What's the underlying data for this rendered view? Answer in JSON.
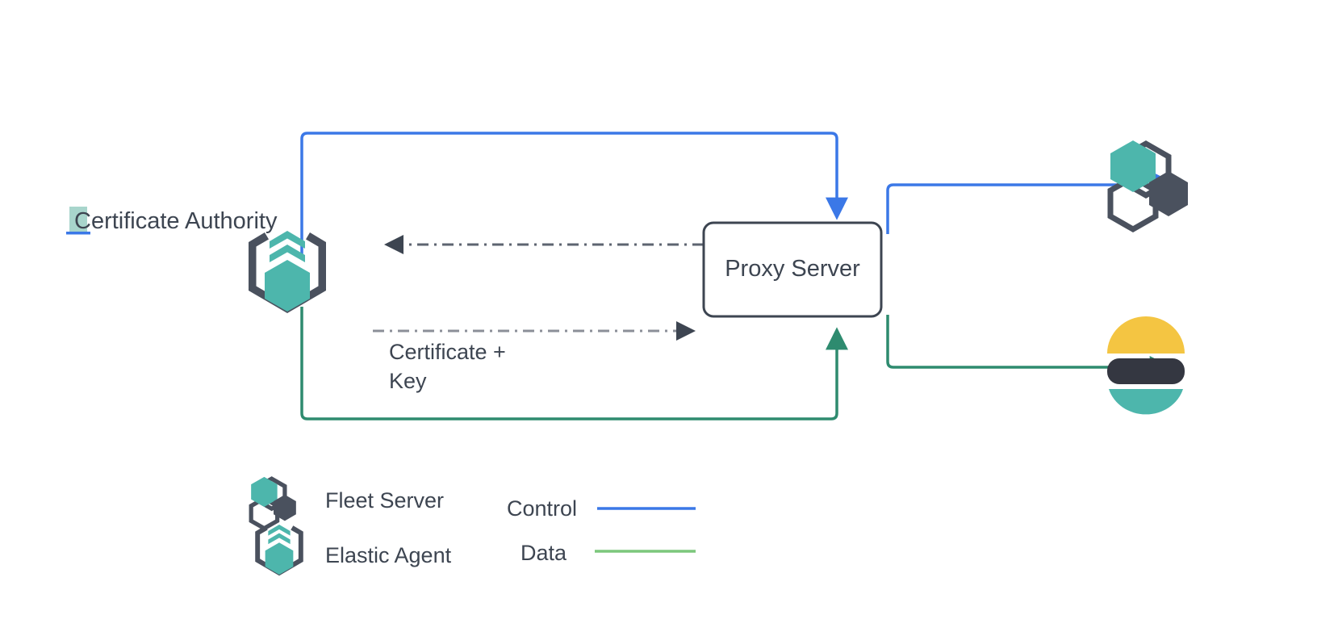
{
  "diagram": {
    "title_node": {
      "label": "Certificate Authority",
      "highlight_color": "#a8d5cc",
      "text_color": "#3d4551"
    },
    "nodes": [
      {
        "id": "certificate-authority",
        "label": "Certificate Authority",
        "icon": "elastic-agent-icon"
      },
      {
        "id": "proxy-server",
        "label": "Proxy Server",
        "shape": "rounded-rect",
        "border_color": "#3d4551",
        "fill": "#ffffff"
      },
      {
        "id": "fleet-server",
        "label": "",
        "icon": "fleet-server-icon"
      },
      {
        "id": "elasticsearch",
        "label": "",
        "icon": "elasticsearch-icon"
      }
    ],
    "edges": [
      {
        "id": "control-agent-to-proxy",
        "type": "control",
        "style": "solid",
        "color": "#3b78e7",
        "label": ""
      },
      {
        "id": "control-proxy-to-fleet",
        "type": "control",
        "style": "solid",
        "color": "#3b78e7",
        "label": ""
      },
      {
        "id": "data-agent-to-proxy",
        "type": "data",
        "style": "solid",
        "color": "#2e8b6f",
        "label": ""
      },
      {
        "id": "data-proxy-to-elasticsearch",
        "type": "data",
        "style": "solid",
        "color": "#2e8b6f",
        "label": ""
      },
      {
        "id": "cert-request",
        "type": "certificate",
        "style": "dash-dot",
        "color": "#6b7280",
        "label": ""
      },
      {
        "id": "cert-delivery",
        "type": "certificate",
        "style": "dash-dot",
        "color": "#8b8f98",
        "label_line1": "Certificate +",
        "label_line2": "Key"
      }
    ]
  },
  "legend": {
    "items": [
      {
        "id": "fleet-server",
        "label": "Fleet Server",
        "icon": "fleet-server-icon"
      },
      {
        "id": "elastic-agent",
        "label": "Elastic Agent",
        "icon": "elastic-agent-icon"
      }
    ],
    "lines": [
      {
        "id": "control",
        "label": "Control",
        "color": "#3b78e7"
      },
      {
        "id": "data",
        "label": "Data",
        "color": "#77c croissant"
      }
    ]
  },
  "colors": {
    "teal": "#4db6ac",
    "dark_slate": "#3d4551",
    "control_blue": "#3b78e7",
    "data_green": "#2e8b6f",
    "legend_data_green": "#7cc77c",
    "elastic_yellow": "#f4c542",
    "elastic_dark": "#343741",
    "elastic_teal": "#4db6ac",
    "dash_gray": "#6b7280"
  }
}
